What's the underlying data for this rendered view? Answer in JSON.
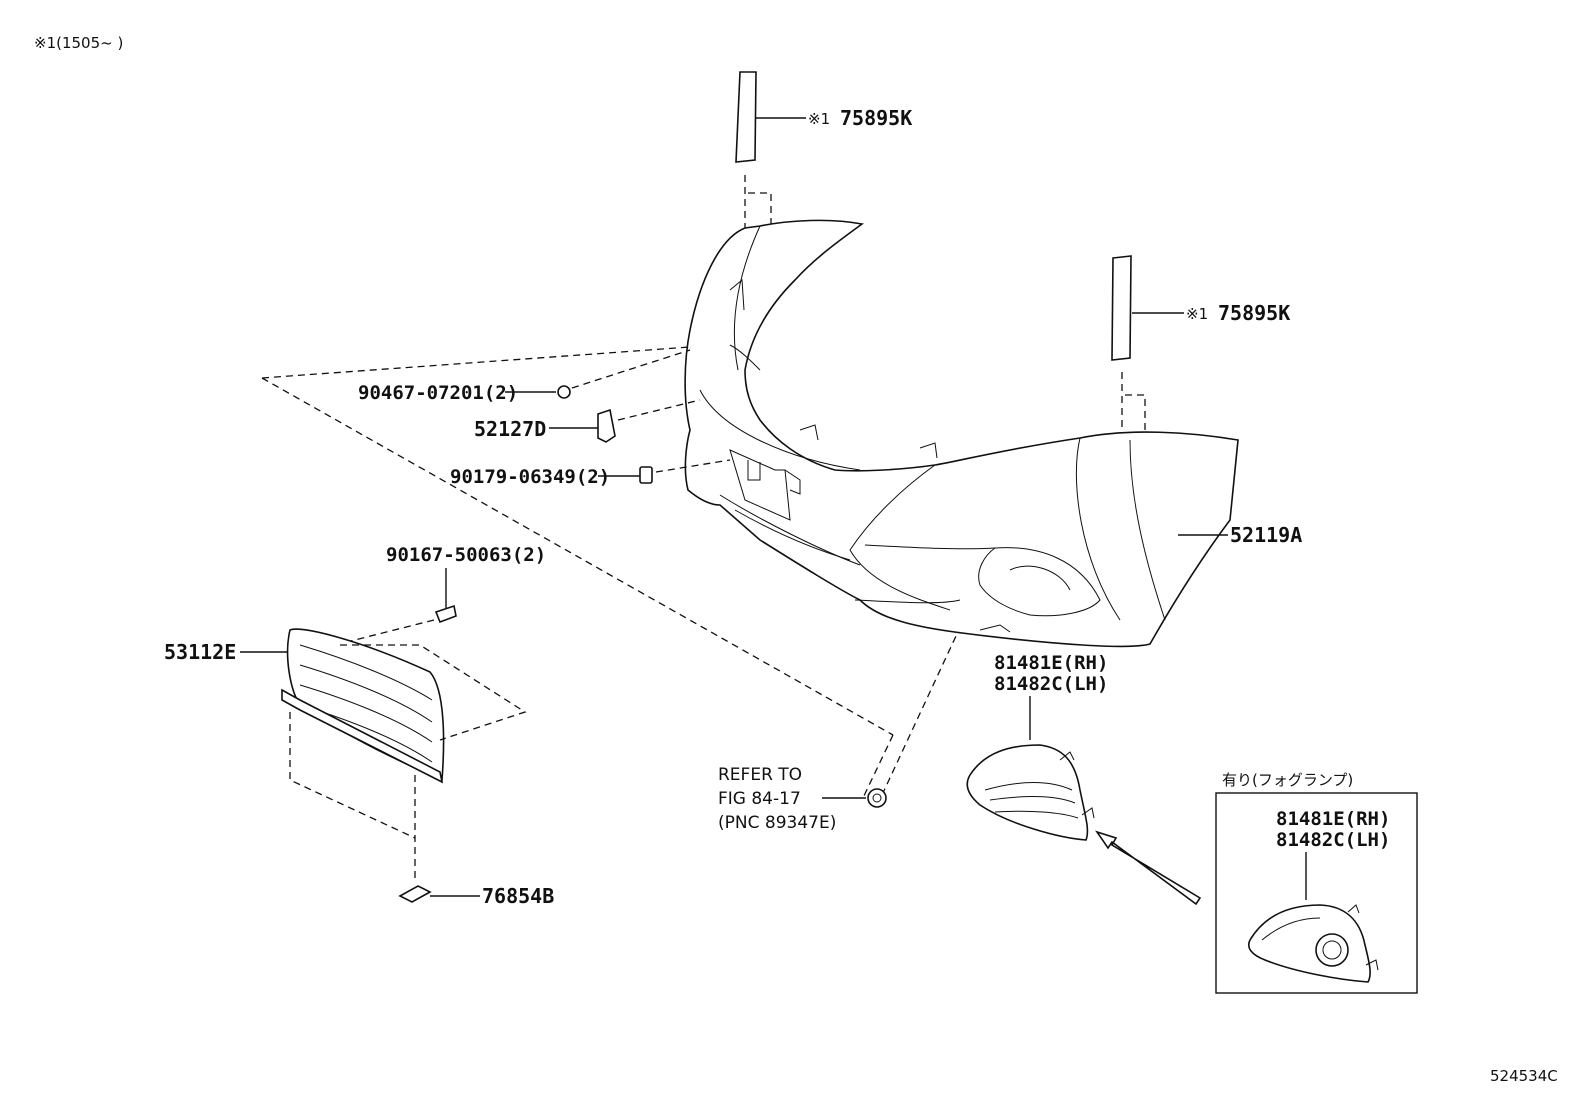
{
  "header_note": "※1(1505~     )",
  "diagram_ref": "524534C",
  "callouts": {
    "molding_top": {
      "prefix": "※1",
      "part": "75895K"
    },
    "molding_right": {
      "prefix": "※1",
      "part": "75895K"
    },
    "bolt": "90467-07201(2)",
    "bracket": "52127D",
    "clip_nut": "90179-06349(2)",
    "bumper_cover": "52119A",
    "screw": "90167-50063(2)",
    "grille": "53112E",
    "retainer": "76854B",
    "fog_cover_rh": "81481E(RH)",
    "fog_cover_lh": "81482C(LH)",
    "refer_to": [
      "REFER TO",
      "FIG 84-17",
      "(PNC 89347E)"
    ]
  },
  "fog_lamp_box": {
    "title": "有り(フォグランプ)",
    "rh": "81481E(RH)",
    "lh": "81482C(LH)"
  }
}
